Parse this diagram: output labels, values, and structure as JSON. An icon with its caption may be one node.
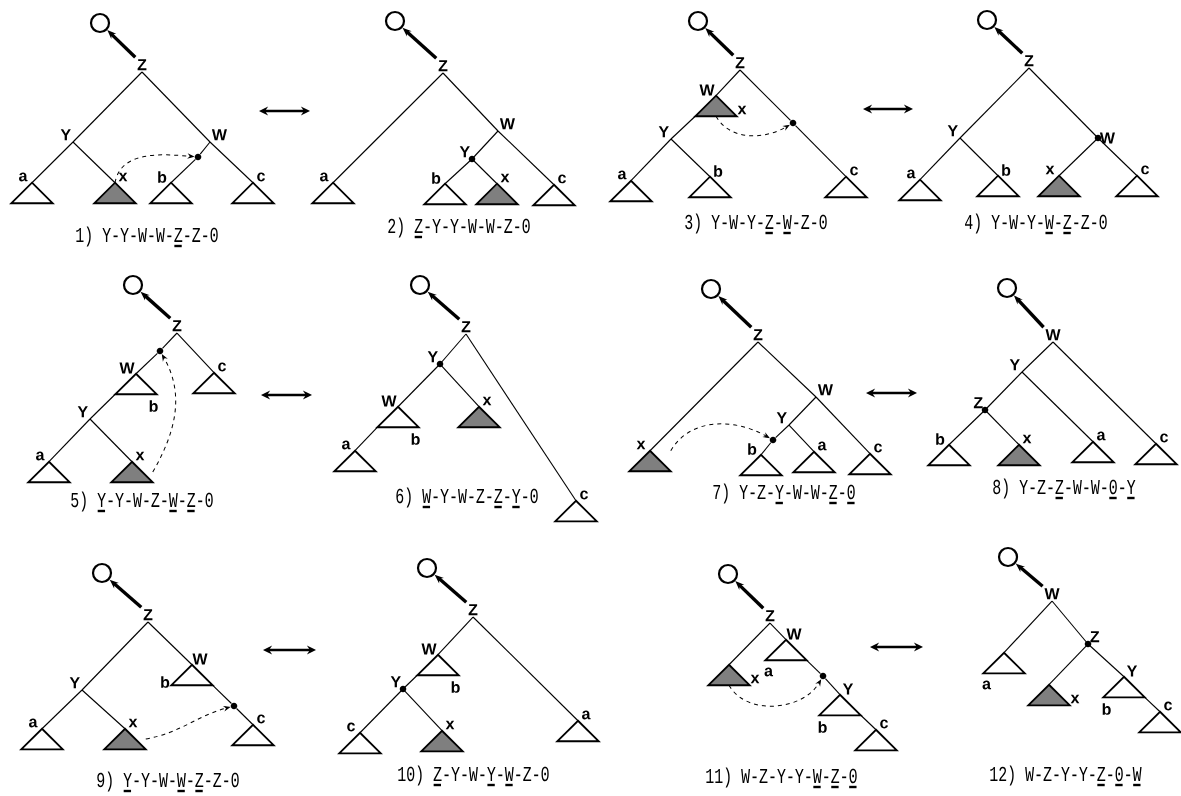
{
  "diagram": {
    "nodes": [
      {
        "text": [],
        "shape": "circle"
      },
      {
        "text": [
          "Z"
        ]
      },
      {
        "text": [
          "Y"
        ]
      },
      {
        "text": [
          "W"
        ]
      },
      {
        "text": [],
        "shape": "dot"
      },
      {
        "text": [],
        "shape": "triangle",
        "beside": [
          "a"
        ]
      },
      {
        "text": [],
        "shape": "triangle",
        "beside": [
          "x"
        ]
      },
      {
        "text": [],
        "shape": "triangle",
        "beside": [
          "b"
        ]
      },
      {
        "text": [],
        "shape": "triangle",
        "beside": [
          "c"
        ]
      },
      {
        "text": [],
        "shape": "circle"
      },
      {
        "text": [
          "Z"
        ]
      },
      {
        "text": [
          "W"
        ]
      },
      {
        "text": [
          "Y"
        ]
      },
      {
        "text": [],
        "shape": "triangle",
        "beside": [
          "a"
        ]
      },
      {
        "text": [],
        "shape": "triangle",
        "beside": [
          "b"
        ]
      },
      {
        "text": [],
        "shape": "triangle",
        "beside": [
          "x"
        ]
      },
      {
        "text": [],
        "shape": "triangle",
        "beside": [
          "c"
        ]
      },
      {
        "text": [],
        "shape": "circle"
      },
      {
        "text": [
          "Z"
        ]
      },
      {
        "text": [],
        "shape": "triangle",
        "beside": [
          "W",
          "x"
        ]
      },
      {
        "text": [],
        "shape": "dot"
      },
      {
        "text": [
          "Y"
        ]
      },
      {
        "text": [],
        "shape": "triangle",
        "beside": [
          "a"
        ]
      },
      {
        "text": [],
        "shape": "triangle",
        "beside": [
          "b"
        ]
      },
      {
        "text": [],
        "shape": "triangle",
        "beside": [
          "c"
        ]
      },
      {
        "text": [],
        "shape": "circle"
      },
      {
        "text": [
          "Z"
        ]
      },
      {
        "text": [
          "Y"
        ]
      },
      {
        "text": [
          "W"
        ]
      },
      {
        "text": [],
        "shape": "triangle",
        "beside": [
          "a"
        ]
      },
      {
        "text": [],
        "shape": "triangle",
        "beside": [
          "b"
        ]
      },
      {
        "text": [],
        "shape": "triangle",
        "beside": [
          "x"
        ]
      },
      {
        "text": [],
        "shape": "triangle",
        "beside": [
          "c"
        ]
      },
      {
        "text": [],
        "shape": "circle"
      },
      {
        "text": [
          "Z"
        ]
      },
      {
        "text": [],
        "shape": "dot"
      },
      {
        "text": [],
        "shape": "triangle",
        "beside": [
          "W",
          "b"
        ]
      },
      {
        "text": [],
        "shape": "triangle",
        "beside": [
          "c"
        ]
      },
      {
        "text": [
          "Y"
        ]
      },
      {
        "text": [],
        "shape": "triangle",
        "beside": [
          "a"
        ]
      },
      {
        "text": [],
        "shape": "triangle",
        "beside": [
          "x"
        ]
      },
      {
        "text": [],
        "shape": "circle"
      },
      {
        "text": [
          "Z"
        ]
      },
      {
        "text": [
          "Y"
        ]
      },
      {
        "text": [],
        "shape": "triangle",
        "beside": [
          "W",
          "b"
        ]
      },
      {
        "text": [],
        "shape": "triangle",
        "beside": [
          "x"
        ]
      },
      {
        "text": [],
        "shape": "triangle",
        "beside": [
          "a"
        ]
      },
      {
        "text": [],
        "shape": "triangle",
        "beside": [
          "c"
        ]
      },
      {
        "text": [],
        "shape": "circle"
      },
      {
        "text": [
          "Z"
        ]
      },
      {
        "text": [
          "W"
        ]
      },
      {
        "text": [
          "Y"
        ]
      },
      {
        "text": [],
        "shape": "dot"
      },
      {
        "text": [],
        "shape": "triangle",
        "beside": [
          "x"
        ]
      },
      {
        "text": [],
        "shape": "triangle",
        "beside": [
          "b"
        ]
      },
      {
        "text": [],
        "shape": "triangle",
        "beside": [
          "a"
        ]
      },
      {
        "text": [],
        "shape": "triangle",
        "beside": [
          "c"
        ]
      },
      {
        "text": [],
        "shape": "circle"
      },
      {
        "text": [
          "W"
        ]
      },
      {
        "text": [
          "Y"
        ]
      },
      {
        "text": [
          "Z"
        ]
      },
      {
        "text": [],
        "shape": "triangle",
        "beside": [
          "b"
        ]
      },
      {
        "text": [],
        "shape": "triangle",
        "beside": [
          "x"
        ]
      },
      {
        "text": [],
        "shape": "triangle",
        "beside": [
          "a"
        ]
      },
      {
        "text": [],
        "shape": "triangle",
        "beside": [
          "c"
        ]
      },
      {
        "text": [],
        "shape": "circle"
      },
      {
        "text": [
          "Z"
        ]
      },
      {
        "text": [],
        "shape": "triangle",
        "beside": [
          "W",
          "b"
        ]
      },
      {
        "text": [
          "Y"
        ]
      },
      {
        "text": [],
        "shape": "dot"
      },
      {
        "text": [],
        "shape": "triangle",
        "beside": [
          "a"
        ]
      },
      {
        "text": [],
        "shape": "triangle",
        "beside": [
          "x"
        ]
      },
      {
        "text": [],
        "shape": "triangle",
        "beside": [
          "c"
        ]
      },
      {
        "text": [],
        "shape": "circle"
      },
      {
        "text": [
          "Z"
        ]
      },
      {
        "text": [],
        "shape": "triangle",
        "beside": [
          "W",
          "b"
        ]
      },
      {
        "text": [
          "Y"
        ]
      },
      {
        "text": [],
        "shape": "triangle",
        "beside": [
          "c"
        ]
      },
      {
        "text": [],
        "shape": "triangle",
        "beside": [
          "x"
        ]
      },
      {
        "text": [],
        "shape": "triangle",
        "beside": [
          "a"
        ]
      },
      {
        "text": [],
        "shape": "circle"
      },
      {
        "text": [
          "Z"
        ]
      },
      {
        "text": [],
        "shape": "triangle",
        "beside": [
          "W",
          "a"
        ]
      },
      {
        "text": [],
        "shape": "triangle",
        "beside": [
          "x"
        ]
      },
      {
        "text": [],
        "shape": "dot"
      },
      {
        "text": [],
        "shape": "triangle",
        "beside": [
          "Y",
          "b"
        ]
      },
      {
        "text": [],
        "shape": "triangle",
        "beside": [
          "c"
        ]
      },
      {
        "text": [],
        "shape": "circle"
      },
      {
        "text": [
          "W"
        ]
      },
      {
        "text": [
          "Z"
        ]
      },
      {
        "text": [],
        "shape": "triangle",
        "beside": [
          "a"
        ]
      },
      {
        "text": [],
        "shape": "triangle",
        "beside": [
          "Y",
          "b"
        ]
      },
      {
        "text": [],
        "shape": "triangle",
        "beside": [
          "x"
        ]
      },
      {
        "text": [],
        "shape": "triangle",
        "beside": [
          "c"
        ]
      }
    ],
    "edges": [
      {
        "from": 1,
        "to": 0,
        "arrow": "to",
        "style": "thick"
      },
      {
        "from": 1,
        "to": 2,
        "arrow": "none"
      },
      {
        "from": 1,
        "to": 3,
        "arrow": "none"
      },
      {
        "from": 2,
        "to": 5,
        "arrow": "none"
      },
      {
        "from": 2,
        "to": 6,
        "arrow": "none"
      },
      {
        "from": 3,
        "to": 4,
        "arrow": "none"
      },
      {
        "from": 4,
        "to": 7,
        "arrow": "none"
      },
      {
        "from": 3,
        "to": 8,
        "arrow": "none"
      },
      {
        "from": 6,
        "to": 4,
        "arrow": "to",
        "style": "dashed"
      },
      {
        "from": 10,
        "to": 9,
        "arrow": "to",
        "style": "thick"
      },
      {
        "from": 10,
        "to": 13,
        "arrow": "none"
      },
      {
        "from": 10,
        "to": 11,
        "arrow": "none"
      },
      {
        "from": 11,
        "to": 12,
        "arrow": "none"
      },
      {
        "from": 12,
        "to": 14,
        "arrow": "none"
      },
      {
        "from": 12,
        "to": 15,
        "arrow": "none"
      },
      {
        "from": 11,
        "to": 16,
        "arrow": "none"
      },
      {
        "from": 18,
        "to": 17,
        "arrow": "to",
        "style": "thick"
      },
      {
        "from": 18,
        "to": 19,
        "arrow": "none"
      },
      {
        "from": 19,
        "to": 21,
        "arrow": "none"
      },
      {
        "from": 18,
        "to": 20,
        "arrow": "none"
      },
      {
        "from": 20,
        "to": 24,
        "arrow": "none"
      },
      {
        "from": 21,
        "to": 22,
        "arrow": "none"
      },
      {
        "from": 21,
        "to": 23,
        "arrow": "none"
      },
      {
        "from": 19,
        "to": 20,
        "arrow": "to",
        "style": "dashed"
      },
      {
        "from": 26,
        "to": 25,
        "arrow": "to",
        "style": "thick"
      },
      {
        "from": 26,
        "to": 27,
        "arrow": "none"
      },
      {
        "from": 26,
        "to": 28,
        "arrow": "none"
      },
      {
        "from": 27,
        "to": 29,
        "arrow": "none"
      },
      {
        "from": 27,
        "to": 30,
        "arrow": "none"
      },
      {
        "from": 28,
        "to": 31,
        "arrow": "none"
      },
      {
        "from": 28,
        "to": 32,
        "arrow": "none"
      },
      {
        "from": 34,
        "to": 33,
        "arrow": "to",
        "style": "thick"
      },
      {
        "from": 34,
        "to": 35,
        "arrow": "none"
      },
      {
        "from": 35,
        "to": 36,
        "arrow": "none"
      },
      {
        "from": 36,
        "to": 38,
        "arrow": "none"
      },
      {
        "from": 34,
        "to": 37,
        "arrow": "none"
      },
      {
        "from": 38,
        "to": 39,
        "arrow": "none"
      },
      {
        "from": 38,
        "to": 40,
        "arrow": "none"
      },
      {
        "from": 40,
        "to": 35,
        "arrow": "to",
        "style": "dashed"
      },
      {
        "from": 42,
        "to": 41,
        "arrow": "to",
        "style": "thick"
      },
      {
        "from": 42,
        "to": 43,
        "arrow": "none"
      },
      {
        "from": 43,
        "to": 44,
        "arrow": "none"
      },
      {
        "from": 44,
        "to": 46,
        "arrow": "none"
      },
      {
        "from": 43,
        "to": 45,
        "arrow": "none"
      },
      {
        "from": 42,
        "to": 47,
        "arrow": "none"
      },
      {
        "from": 49,
        "to": 48,
        "arrow": "to",
        "style": "thick"
      },
      {
        "from": 49,
        "to": 53,
        "arrow": "none"
      },
      {
        "from": 49,
        "to": 50,
        "arrow": "none"
      },
      {
        "from": 50,
        "to": 51,
        "arrow": "none"
      },
      {
        "from": 51,
        "to": 52,
        "arrow": "none"
      },
      {
        "from": 52,
        "to": 54,
        "arrow": "none"
      },
      {
        "from": 51,
        "to": 55,
        "arrow": "none"
      },
      {
        "from": 50,
        "to": 56,
        "arrow": "none"
      },
      {
        "from": 53,
        "to": 52,
        "arrow": "to",
        "style": "dashed"
      },
      {
        "from": 58,
        "to": 57,
        "arrow": "to",
        "style": "thick"
      },
      {
        "from": 58,
        "to": 59,
        "arrow": "none"
      },
      {
        "from": 58,
        "to": 64,
        "arrow": "none"
      },
      {
        "from": 59,
        "to": 60,
        "arrow": "none"
      },
      {
        "from": 59,
        "to": 63,
        "arrow": "none"
      },
      {
        "from": 60,
        "to": 61,
        "arrow": "none"
      },
      {
        "from": 60,
        "to": 62,
        "arrow": "none"
      },
      {
        "from": 66,
        "to": 65,
        "arrow": "to",
        "style": "thick"
      },
      {
        "from": 66,
        "to": 68,
        "arrow": "none"
      },
      {
        "from": 66,
        "to": 67,
        "arrow": "none"
      },
      {
        "from": 67,
        "to": 69,
        "arrow": "none"
      },
      {
        "from": 69,
        "to": 72,
        "arrow": "none"
      },
      {
        "from": 68,
        "to": 70,
        "arrow": "none"
      },
      {
        "from": 68,
        "to": 71,
        "arrow": "none"
      },
      {
        "from": 71,
        "to": 69,
        "arrow": "to",
        "style": "dashed"
      },
      {
        "from": 74,
        "to": 73,
        "arrow": "to",
        "style": "thick"
      },
      {
        "from": 74,
        "to": 75,
        "arrow": "none"
      },
      {
        "from": 75,
        "to": 76,
        "arrow": "none"
      },
      {
        "from": 76,
        "to": 77,
        "arrow": "none"
      },
      {
        "from": 76,
        "to": 78,
        "arrow": "none"
      },
      {
        "from": 74,
        "to": 79,
        "arrow": "none"
      },
      {
        "from": 81,
        "to": 80,
        "arrow": "to",
        "style": "thick"
      },
      {
        "from": 81,
        "to": 83,
        "arrow": "none"
      },
      {
        "from": 81,
        "to": 82,
        "arrow": "none"
      },
      {
        "from": 82,
        "to": 84,
        "arrow": "none"
      },
      {
        "from": 84,
        "to": 85,
        "arrow": "none"
      },
      {
        "from": 85,
        "to": 86,
        "arrow": "none"
      },
      {
        "from": 83,
        "to": 84,
        "arrow": "to",
        "style": "dashed"
      },
      {
        "from": 88,
        "to": 87,
        "arrow": "to",
        "style": "thick"
      },
      {
        "from": 88,
        "to": 90,
        "arrow": "none"
      },
      {
        "from": 88,
        "to": 89,
        "arrow": "none"
      },
      {
        "from": 89,
        "to": 92,
        "arrow": "none"
      },
      {
        "from": 89,
        "to": 91,
        "arrow": "none"
      },
      {
        "from": 91,
        "to": 93,
        "arrow": "none"
      }
    ],
    "labels": [
      "1) Y-Y-W-W-Z-Z-0",
      "2) Z-Y-Y-W-W-Z-0",
      "3) Y-W-Y-Z-W-Z-0",
      "4) Y-W-Y-W-Z-Z-0",
      "5) Y-Y-W-Z-W-Z-0",
      "6) W-Y-W-Z-Z-Y-0",
      "7) Y-Z-Y-W-W-Z-0",
      "8) Y-Z-Z-W-W-0-Y",
      "9) Y-Y-W-W-Z-Z-0",
      "10) Z-Y-W-Y-W-Z-0",
      "11) W-Z-Y-Y-W-Z-0",
      "12) W-Z-Y-Y-Z-0-W"
    ]
  }
}
